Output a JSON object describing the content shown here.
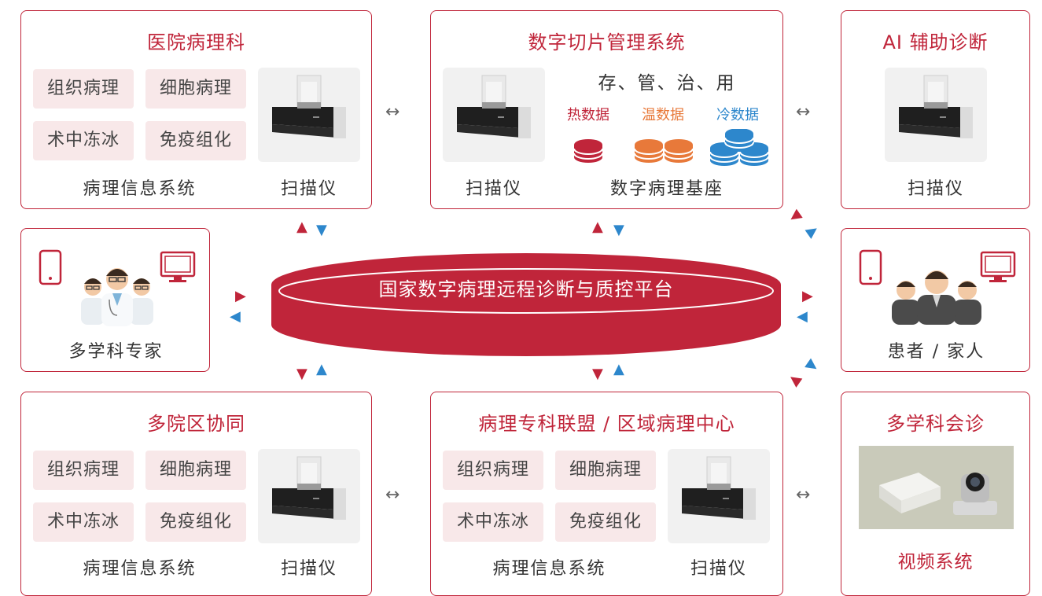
{
  "hospital": {
    "title": "医院病理科",
    "tags": [
      "组织病理",
      "细胞病理",
      "术中冻冰",
      "免疫组化"
    ],
    "pis_label": "病理信息系统",
    "scanner_label": "扫描仪"
  },
  "dsms": {
    "title": "数字切片管理系统",
    "scanner_label": "扫描仪",
    "functions": "存、管、治、用",
    "hot": "热数据",
    "warm": "温数据",
    "cold": "冷数据",
    "base_label": "数字病理基座"
  },
  "ai": {
    "title": "AI 辅助诊断",
    "scanner_label": "扫描仪"
  },
  "experts": {
    "label": "多学科专家"
  },
  "platform": {
    "title": "国家数字病理远程诊断与质控平台"
  },
  "patients": {
    "label": "患者 / 家人"
  },
  "multicampus": {
    "title": "多院区协同",
    "tags": [
      "组织病理",
      "细胞病理",
      "术中冻冰",
      "免疫组化"
    ],
    "pis_label": "病理信息系统",
    "scanner_label": "扫描仪"
  },
  "alliance": {
    "title": "病理专科联盟 / 区域病理中心",
    "tags": [
      "组织病理",
      "细胞病理",
      "术中冻冰",
      "免疫组化"
    ],
    "pis_label": "病理信息系统",
    "scanner_label": "扫描仪"
  },
  "mdt": {
    "title": "多学科会诊",
    "video_label": "视频系统"
  },
  "colors": {
    "accent": "#c0253a",
    "blue": "#2d87cc",
    "orange": "#e8793a"
  },
  "icons": [
    "scanner-icon",
    "database-icon",
    "tablet-icon",
    "monitor-icon",
    "doctors-icon",
    "patients-icon",
    "video-terminal-icon",
    "ptz-camera-icon",
    "double-arrow-icon",
    "triangle-arrow-icon"
  ]
}
